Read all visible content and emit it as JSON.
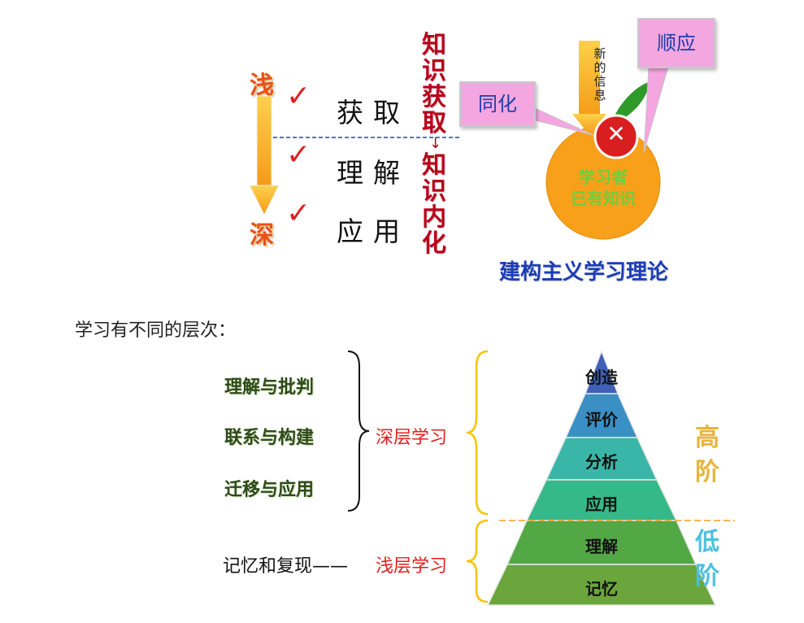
{
  "top": {
    "shallow": "浅",
    "deep": "深",
    "steps": [
      "获取",
      "理解",
      "应用"
    ],
    "check": "✓",
    "knowledge_acquire": [
      "知",
      "识",
      "获",
      "取"
    ],
    "arrow": "↓",
    "knowledge_internalize": [
      "知",
      "识",
      "内",
      "化"
    ]
  },
  "constructivism": {
    "new_info": [
      "新",
      "的",
      "信",
      "息"
    ],
    "assimilation": "同化",
    "accommodation": "顺应",
    "x_mark": "✕",
    "learner_line1": "学习者",
    "learner_line2": "已有知识",
    "title": "建构主义学习理论"
  },
  "levels": {
    "heading": "学习有不同的层次：",
    "deep_items": [
      "理解与批判",
      "联系与构建",
      "迁移与应用"
    ],
    "deep_label": "深层学习",
    "shallow_item": "记忆和复现——",
    "shallow_label": "浅层学习",
    "pyramid": [
      "创造",
      "评价",
      "分析",
      "应用",
      "理解",
      "记忆"
    ],
    "high_tier": [
      "高",
      "阶"
    ],
    "low_tier": [
      "低",
      "阶"
    ]
  },
  "colors": {
    "orange_arrow": "#f5a21b",
    "orange_ball": "#f9a01b",
    "green_text": "#6ccf3c",
    "red": "#e02020",
    "blue_title": "#1a3db5",
    "callout_pink": "#f4a6e0",
    "pyramid": [
      "#3f5fb8",
      "#3a8fc4",
      "#3ab6a8",
      "#36b98a",
      "#52a844",
      "#6aa63b"
    ],
    "high_tier": "#e8b53a",
    "low_tier": "#4ec0de"
  }
}
